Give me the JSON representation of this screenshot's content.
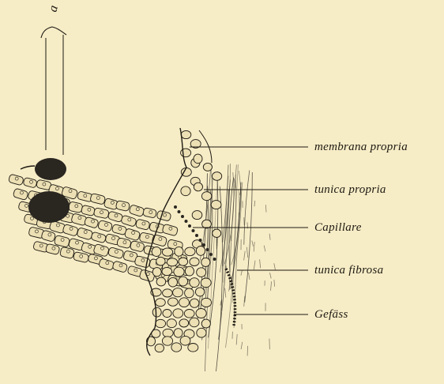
{
  "figure": {
    "marker": "a",
    "labels": {
      "membrana_propria": "membrana propria",
      "tunica_propria": "tunica propria",
      "capillare": "Capillare",
      "tunica_fibrosa": "tunica fibrosa",
      "gefaess": "Gefäss"
    }
  },
  "colors": {
    "paper": "#f6ecc6",
    "ink": "#1e1a12",
    "cell_fill": "#ece0b4",
    "dark_cell": "#2a2620"
  }
}
